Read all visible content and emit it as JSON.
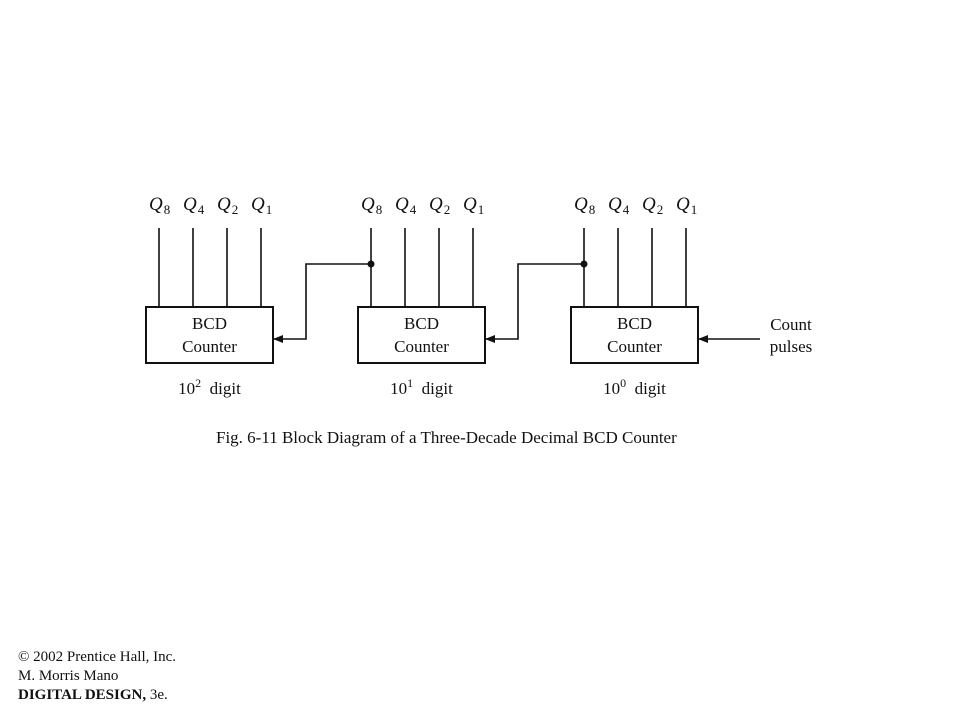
{
  "diagram": {
    "counters": [
      {
        "label_line1": "BCD",
        "label_line2": "Counter",
        "digit_base": "10",
        "digit_exp": "2",
        "digit_word": "digit"
      },
      {
        "label_line1": "BCD",
        "label_line2": "Counter",
        "digit_base": "10",
        "digit_exp": "1",
        "digit_word": "digit"
      },
      {
        "label_line1": "BCD",
        "label_line2": "Counter",
        "digit_base": "10",
        "digit_exp": "0",
        "digit_word": "digit"
      }
    ],
    "outputs": [
      {
        "letter": "Q",
        "sub": "8"
      },
      {
        "letter": "Q",
        "sub": "4"
      },
      {
        "letter": "Q",
        "sub": "2"
      },
      {
        "letter": "Q",
        "sub": "1"
      }
    ],
    "input_label_line1": "Count",
    "input_label_line2": "pulses",
    "caption": "Fig. 6-11  Block Diagram of a Three-Decade Decimal BCD Counter"
  },
  "credits": {
    "line1": "© 2002 Prentice Hall, Inc.",
    "line2": "M. Morris Mano",
    "line3_bold": "DIGITAL DESIGN,",
    "line3_rest": " 3e."
  }
}
